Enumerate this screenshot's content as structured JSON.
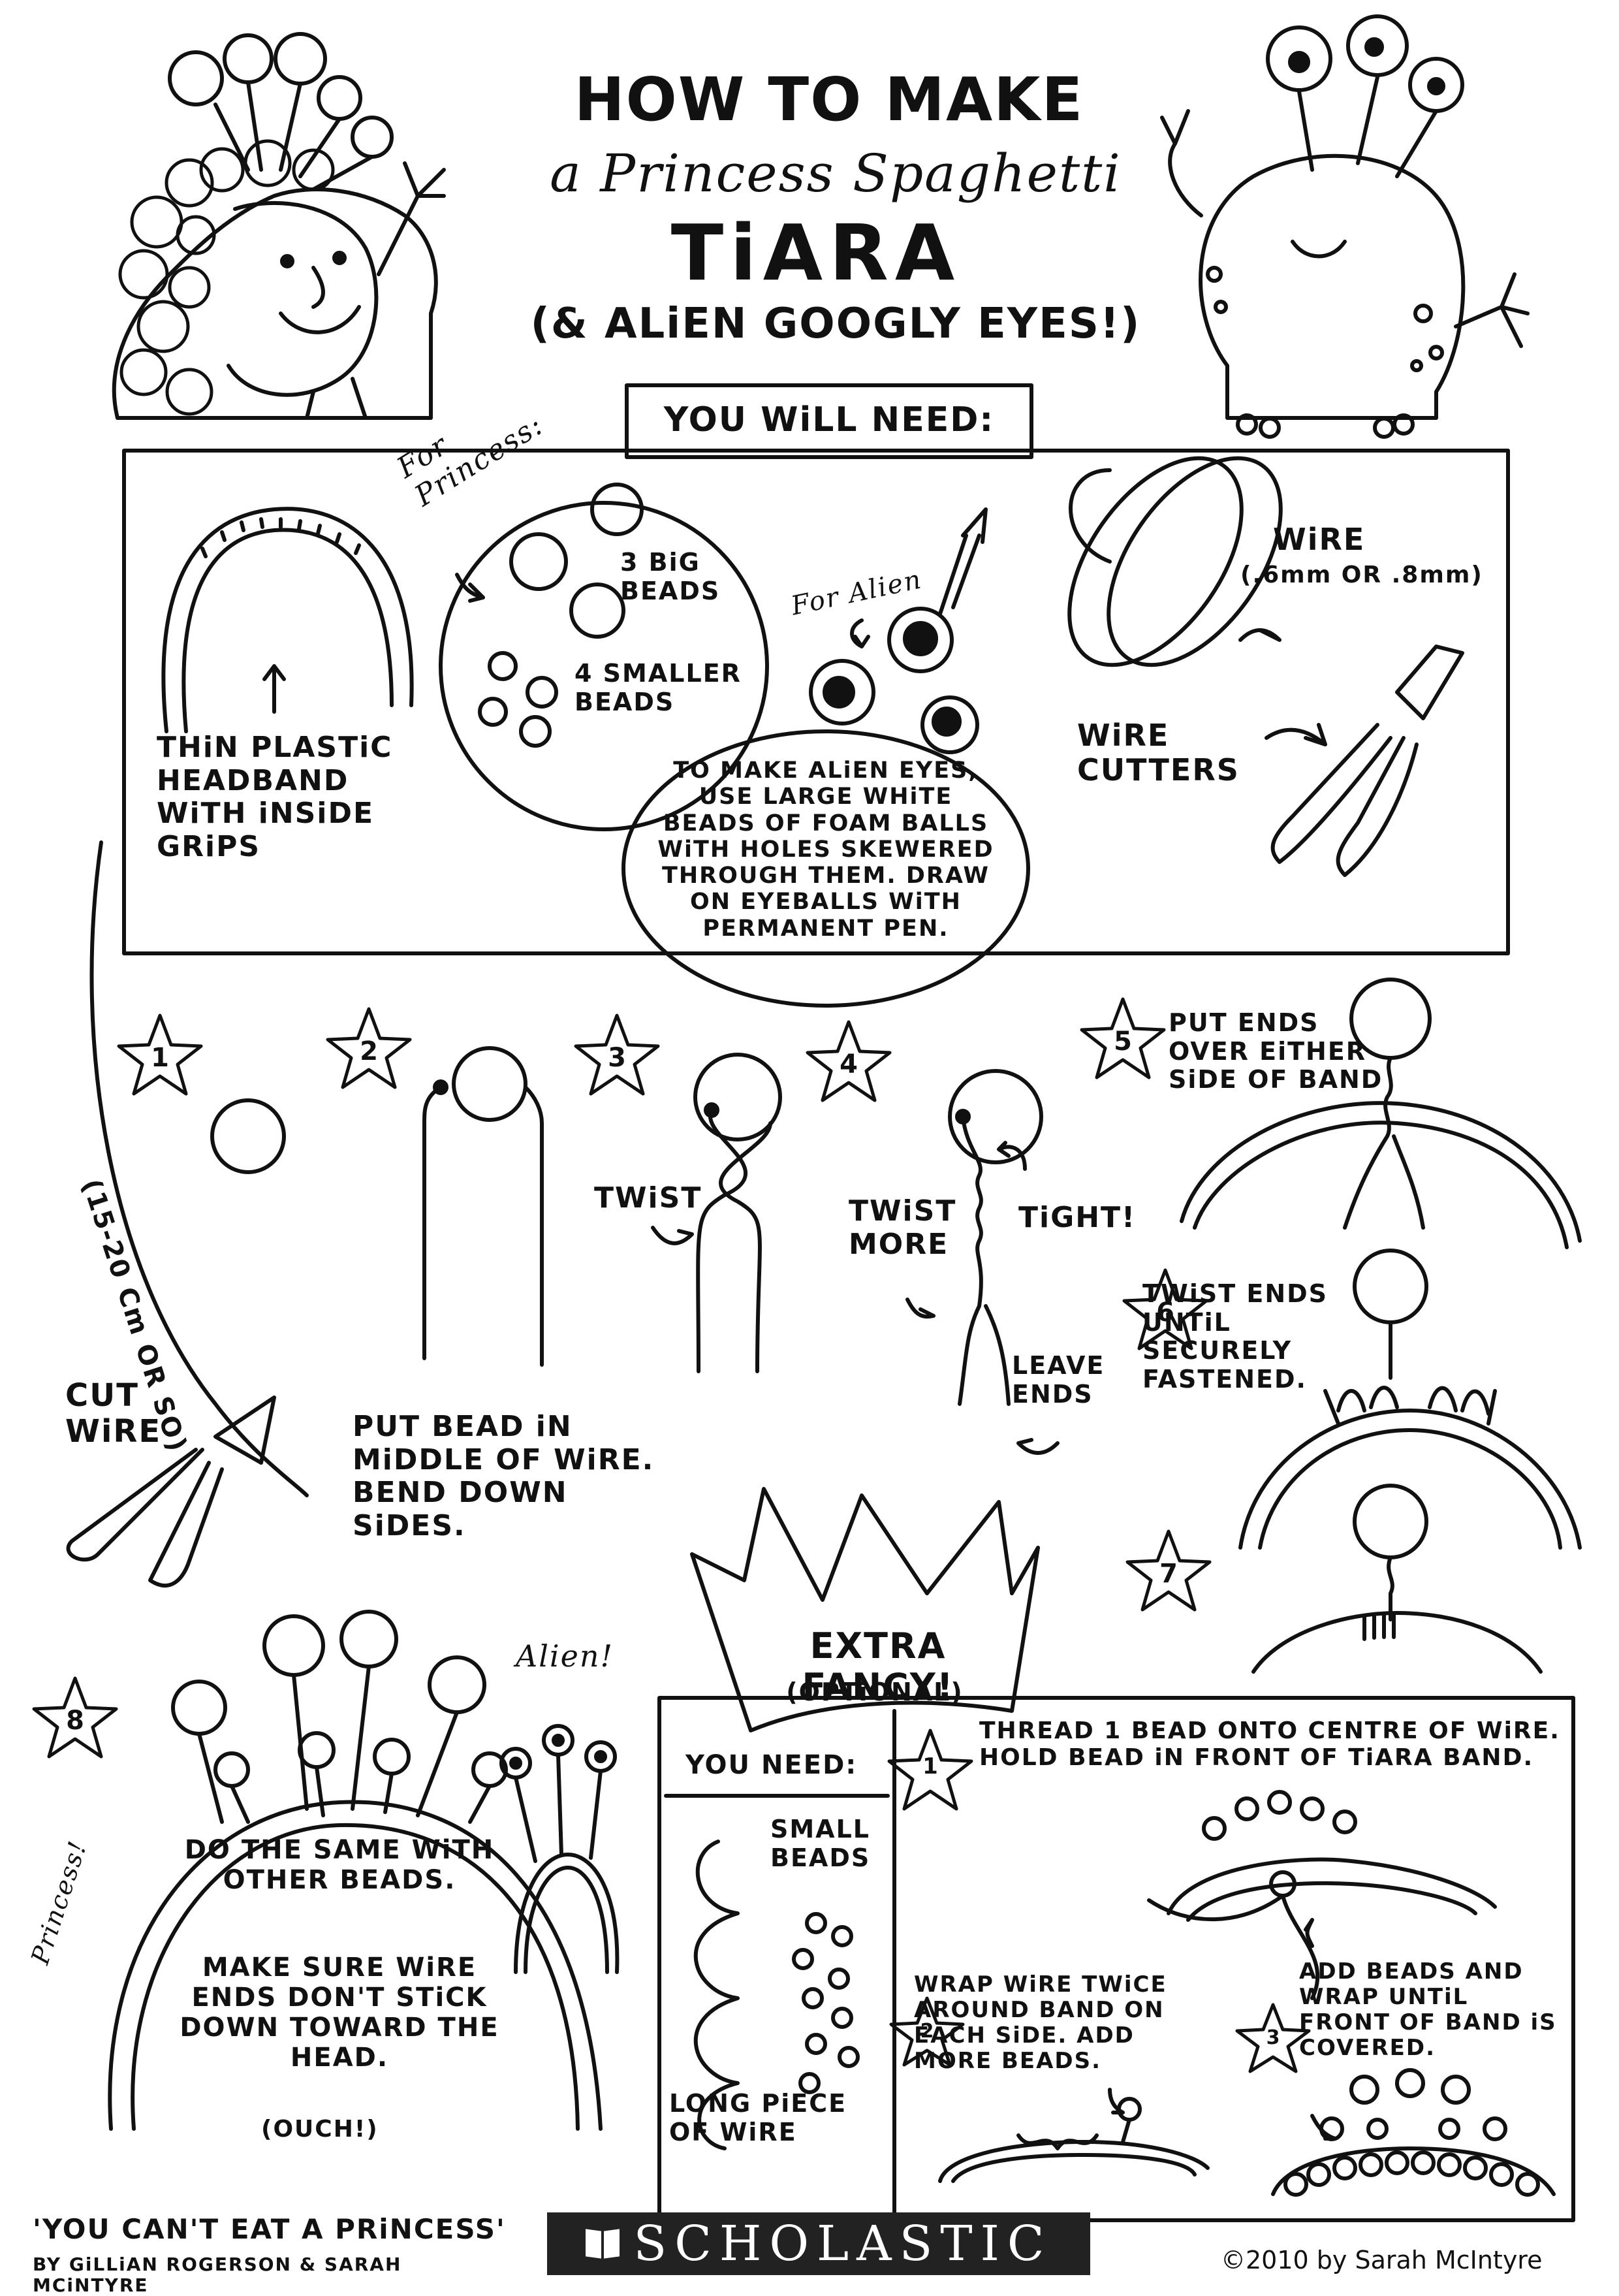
{
  "title": {
    "line1": "HOW TO MAKE",
    "line2": "a Princess Spaghetti",
    "line3": "TiARA",
    "line4": "(& ALiEN GOOGLY EYES!)"
  },
  "you_will_need": {
    "heading": "YOU WiLL NEED:",
    "headband_label": "THiN PLASTiC HEADBAND WiTH iNSiDE GRiPS",
    "for_princess": "For Princess:",
    "big_beads": "3 BiG BEADS",
    "smaller_beads": "4 SMALLER BEADS",
    "for_alien": "For Alien",
    "alien_eyes_note": "TO MAKE ALiEN EYES, USE LARGE WHiTE BEADS OF FOAM BALLS WiTH HOLES SKEWERED THROUGH THEM. DRAW ON EYEBALLS WiTH PERMANENT PEN.",
    "wire": "WiRE",
    "wire_size": "(.6mm OR .8mm)",
    "wire_cutters": "WiRE CUTTERS"
  },
  "steps": {
    "s1": "1",
    "s2": "2",
    "s3": "3",
    "s4": "4",
    "s5": "5",
    "s6": "6",
    "s7": "7",
    "s8": "8",
    "wire_length": "(15-20 Cm OR SO)",
    "cut_wire": "CUT WiRE",
    "put_bead": "PUT BEAD iN MiDDLE OF WiRE. BEND DOWN SiDES.",
    "twist": "TWiST",
    "twist_more": "TWiST MORE",
    "tight": "TiGHT!",
    "leave_ends": "LEAVE ENDS",
    "put_ends": "PUT ENDS OVER EiTHER SiDE OF BAND",
    "twist_ends": "TWiST ENDS UNTiL SECURELY FASTENED.",
    "princess": "Princess!",
    "alien": "Alien!",
    "do_same": "DO THE SAME WiTH OTHER BEADS.",
    "make_sure": "MAKE SURE WiRE ENDS DON'T STiCK DOWN TOWARD THE HEAD.",
    "ouch": "(OUCH!)"
  },
  "extra_fancy": {
    "title": "EXTRA FANCY!",
    "optional": "(OPTiONAL)",
    "you_need": "YOU NEED:",
    "small_beads": "SMALL BEADS",
    "long_wire": "LONG PiECE OF WiRE",
    "e1_num": "1",
    "e1": "THREAD 1 BEAD ONTO CENTRE OF WiRE. HOLD BEAD iN FRONT OF TiARA BAND.",
    "e2_num": "2",
    "e2": "WRAP WiRE TWiCE AROUND BAND ON EACH SiDE. ADD MORE BEADS.",
    "e3_num": "3",
    "e3": "ADD BEADS AND WRAP UNTiL FRONT OF BAND iS COVERED."
  },
  "footer": {
    "book_title": "'YOU CAN'T EAT A PRiNCESS'",
    "authors": "BY GiLLiAN ROGERSON & SARAH MCiNTYRE",
    "publisher": "SCHOLASTIC",
    "copyright": "©2010 by Sarah McIntyre"
  }
}
